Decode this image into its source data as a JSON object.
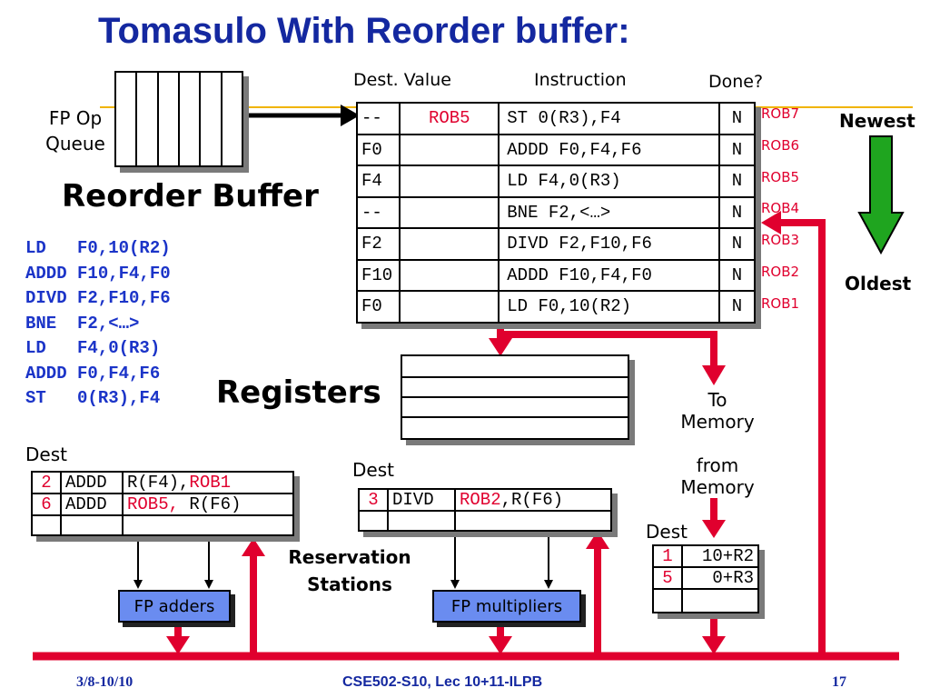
{
  "title": "Tomasulo With Reorder buffer:",
  "queue_label_line1": "FP Op",
  "queue_label_line2": "Queue",
  "reorder_buffer_label": "Reorder Buffer",
  "rob_headers": {
    "dest_value": "Dest. Value",
    "instruction": "Instruction",
    "done": "Done?"
  },
  "rob_rows": [
    {
      "dest": "--",
      "value": "ROB5",
      "instr": "ST 0(R3),F4",
      "done": "N",
      "tag": "ROB7"
    },
    {
      "dest": "F0",
      "value": "",
      "instr": "ADDD F0,F4,F6",
      "done": "N",
      "tag": "ROB6"
    },
    {
      "dest": "F4",
      "value": "",
      "instr": "LD F4,0(R3)",
      "done": "N",
      "tag": "ROB5"
    },
    {
      "dest": "--",
      "value": "",
      "instr": "BNE F2,<…>",
      "done": "N",
      "tag": "ROB4"
    },
    {
      "dest": "F2",
      "value": "",
      "instr": "DIVD F2,F10,F6",
      "done": "N",
      "tag": "ROB3"
    },
    {
      "dest": "F10",
      "value": "",
      "instr": "ADDD F10,F4,F0",
      "done": "N",
      "tag": "ROB2"
    },
    {
      "dest": "F0",
      "value": "",
      "instr": "LD F0,10(R2)",
      "done": "N",
      "tag": "ROB1"
    }
  ],
  "newest_label": "Newest",
  "oldest_label": "Oldest",
  "program": [
    "LD   F0,10(R2)",
    "ADDD F10,F4,F0",
    "DIVD F2,F10,F6",
    "BNE  F2,<…>",
    "LD   F4,0(R3)",
    "ADDD F0,F4,F6",
    "ST   0(R3),F4"
  ],
  "registers_label": "Registers",
  "to_memory_line1": "To",
  "to_memory_line2": "Memory",
  "from_memory_line1": "from",
  "from_memory_line2": "Memory",
  "dest_label": "Dest",
  "adder_rs": [
    {
      "dest": "2",
      "op": "ADDD",
      "src1": "R(F4),",
      "src2": "ROB1"
    },
    {
      "dest": "6",
      "op": "ADDD",
      "src1": "ROB5,",
      "src2": " R(F6)"
    }
  ],
  "mult_rs": [
    {
      "dest": "3",
      "op": "DIVD",
      "src1": "ROB2",
      "src2": ",R(F6)"
    }
  ],
  "load_buffer": [
    {
      "dest": "1",
      "addr": "10+R2"
    },
    {
      "dest": "5",
      "addr": "0+R3"
    }
  ],
  "rs_label_line1": "Reservation",
  "rs_label_line2": "Stations",
  "fp_adders_label": "FP adders",
  "fp_multipliers_label": "FP multipliers",
  "footer": {
    "date": "3/8-10/10",
    "course": "CSE502-S10, Lec 10+11-ILPB",
    "page": "17"
  },
  "colors": {
    "title": "#1428a0",
    "bus": "#e0002e",
    "unit": "#6a8cf0",
    "code": "#1b34c8",
    "arrow_green": "#1fa51f",
    "highlight_line": "#f0b400"
  }
}
